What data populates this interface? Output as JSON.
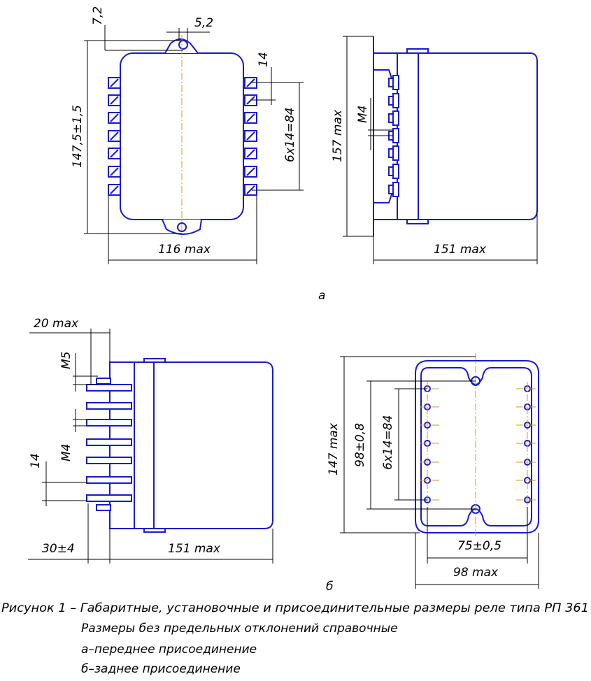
{
  "dims": {
    "a_top_offset": "7,2",
    "a_hole": "5,2",
    "a_height": "147,5±1,5",
    "a_pitch_step": "14",
    "a_pitch_total": "6x14=84",
    "a_width": "116 max",
    "side_height": "157 max",
    "side_thread": "M4",
    "side_depth": "151 max",
    "b_stud_len": "20 max",
    "b_thread_m5": "M5",
    "b_thread_m4": "M4",
    "b_pitch": "14",
    "b_offset": "30±4",
    "b_depth": "151 max",
    "rear_height": "147 max",
    "rear_mount": "98±0,8",
    "rear_pitch_total": "6x14=84",
    "rear_inner_width": "75±0,5",
    "rear_width": "98 max"
  },
  "labels": {
    "view_a": "а",
    "view_b": "б"
  },
  "caption": {
    "line1": "Рисунок 1 – Габаритные, установочные и присоединительные размеры реле типа РП 361",
    "line2": "Размеры без предельных отклонений справочные",
    "line3": "а–переднее присоединение",
    "line4": "б–заднее присоединение"
  },
  "colors": {
    "outline": "#1a1acc",
    "axis": "#d49a20",
    "dimension": "#000000"
  }
}
